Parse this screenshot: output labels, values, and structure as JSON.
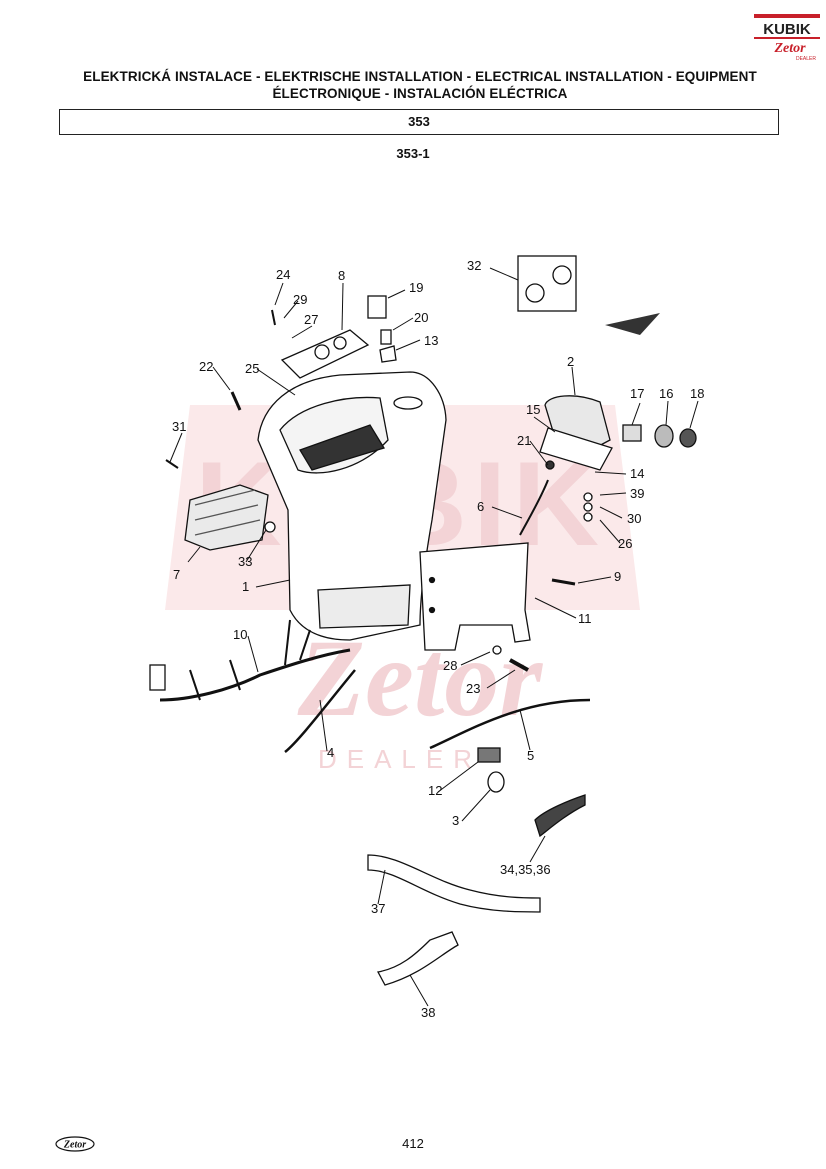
{
  "header": {
    "title_line1": "ELEKTRICKÁ INSTALACE - ELEKTRISCHE INSTALLATION - ELECTRICAL INSTALLATION - EQUIPMENT",
    "title_line2": "ÉLECTRONIQUE - INSTALACIÓN ELÉCTRICA",
    "section_number": "353",
    "figure_number": "353-1"
  },
  "logo": {
    "brand_text": "KUBIK",
    "dealer_text": "Zetor",
    "dealer_sub": "DEALER",
    "color": "#c8202a"
  },
  "footer": {
    "page_number": "412",
    "logo_text": "Zetor"
  },
  "watermark": {
    "brand_text": "KUBIK",
    "dealer_text": "Zetor",
    "dealer_sub": "DEALER",
    "color": "#f4d6d8"
  },
  "callouts": {
    "c1": "1",
    "c2": "2",
    "c3": "3",
    "c4": "4",
    "c5": "5",
    "c6": "6",
    "c7": "7",
    "c8": "8",
    "c9": "9",
    "c10": "10",
    "c11": "11",
    "c12": "12",
    "c13": "13",
    "c14": "14",
    "c15": "15",
    "c16": "16",
    "c17": "17",
    "c18": "18",
    "c19": "19",
    "c20": "20",
    "c21": "21",
    "c22": "22",
    "c23": "23",
    "c24": "24",
    "c25": "25",
    "c26": "26",
    "c27": "27",
    "c28": "28",
    "c29": "29",
    "c30": "30",
    "c31": "31",
    "c32": "32",
    "c33": "33",
    "c34": "34,35,36",
    "c37": "37",
    "c38": "38"
  }
}
